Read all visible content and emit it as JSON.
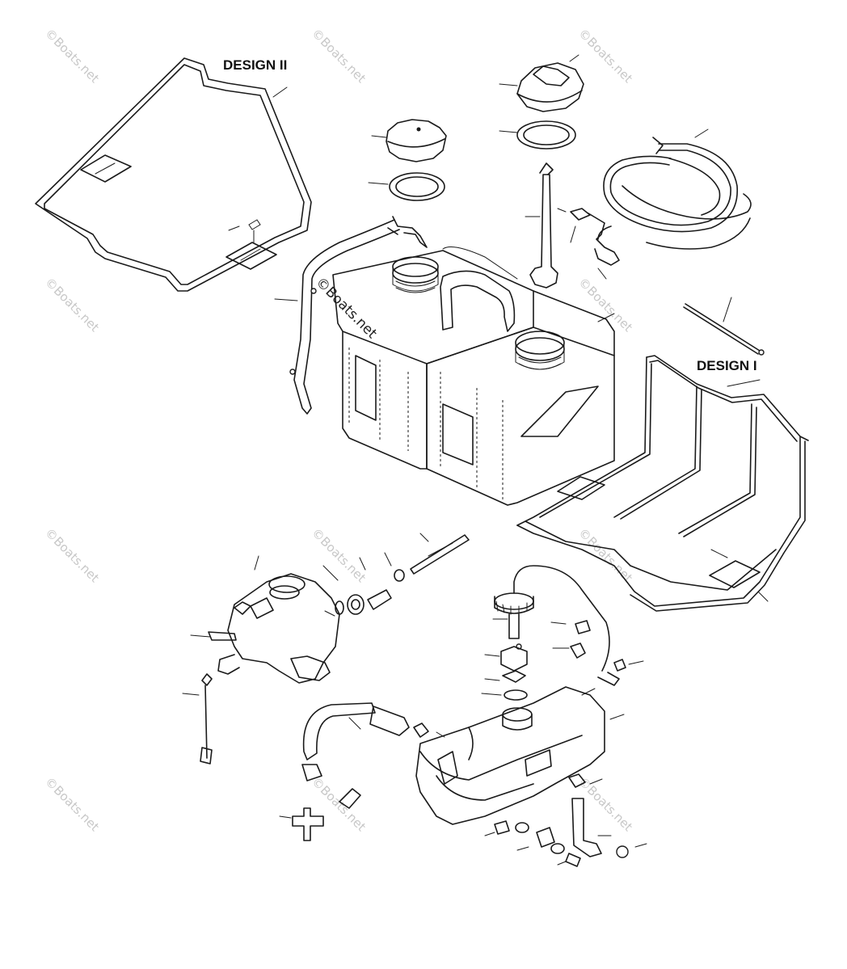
{
  "labels": {
    "design_ii": "DESIGN II",
    "design_i": "DESIGN I"
  },
  "watermark": {
    "text": "©Boats.net",
    "center_text": "©Boats.net"
  },
  "colors": {
    "ink": "#1a1a1a",
    "watermark": "#c8c8c8",
    "background": "#ffffff"
  }
}
